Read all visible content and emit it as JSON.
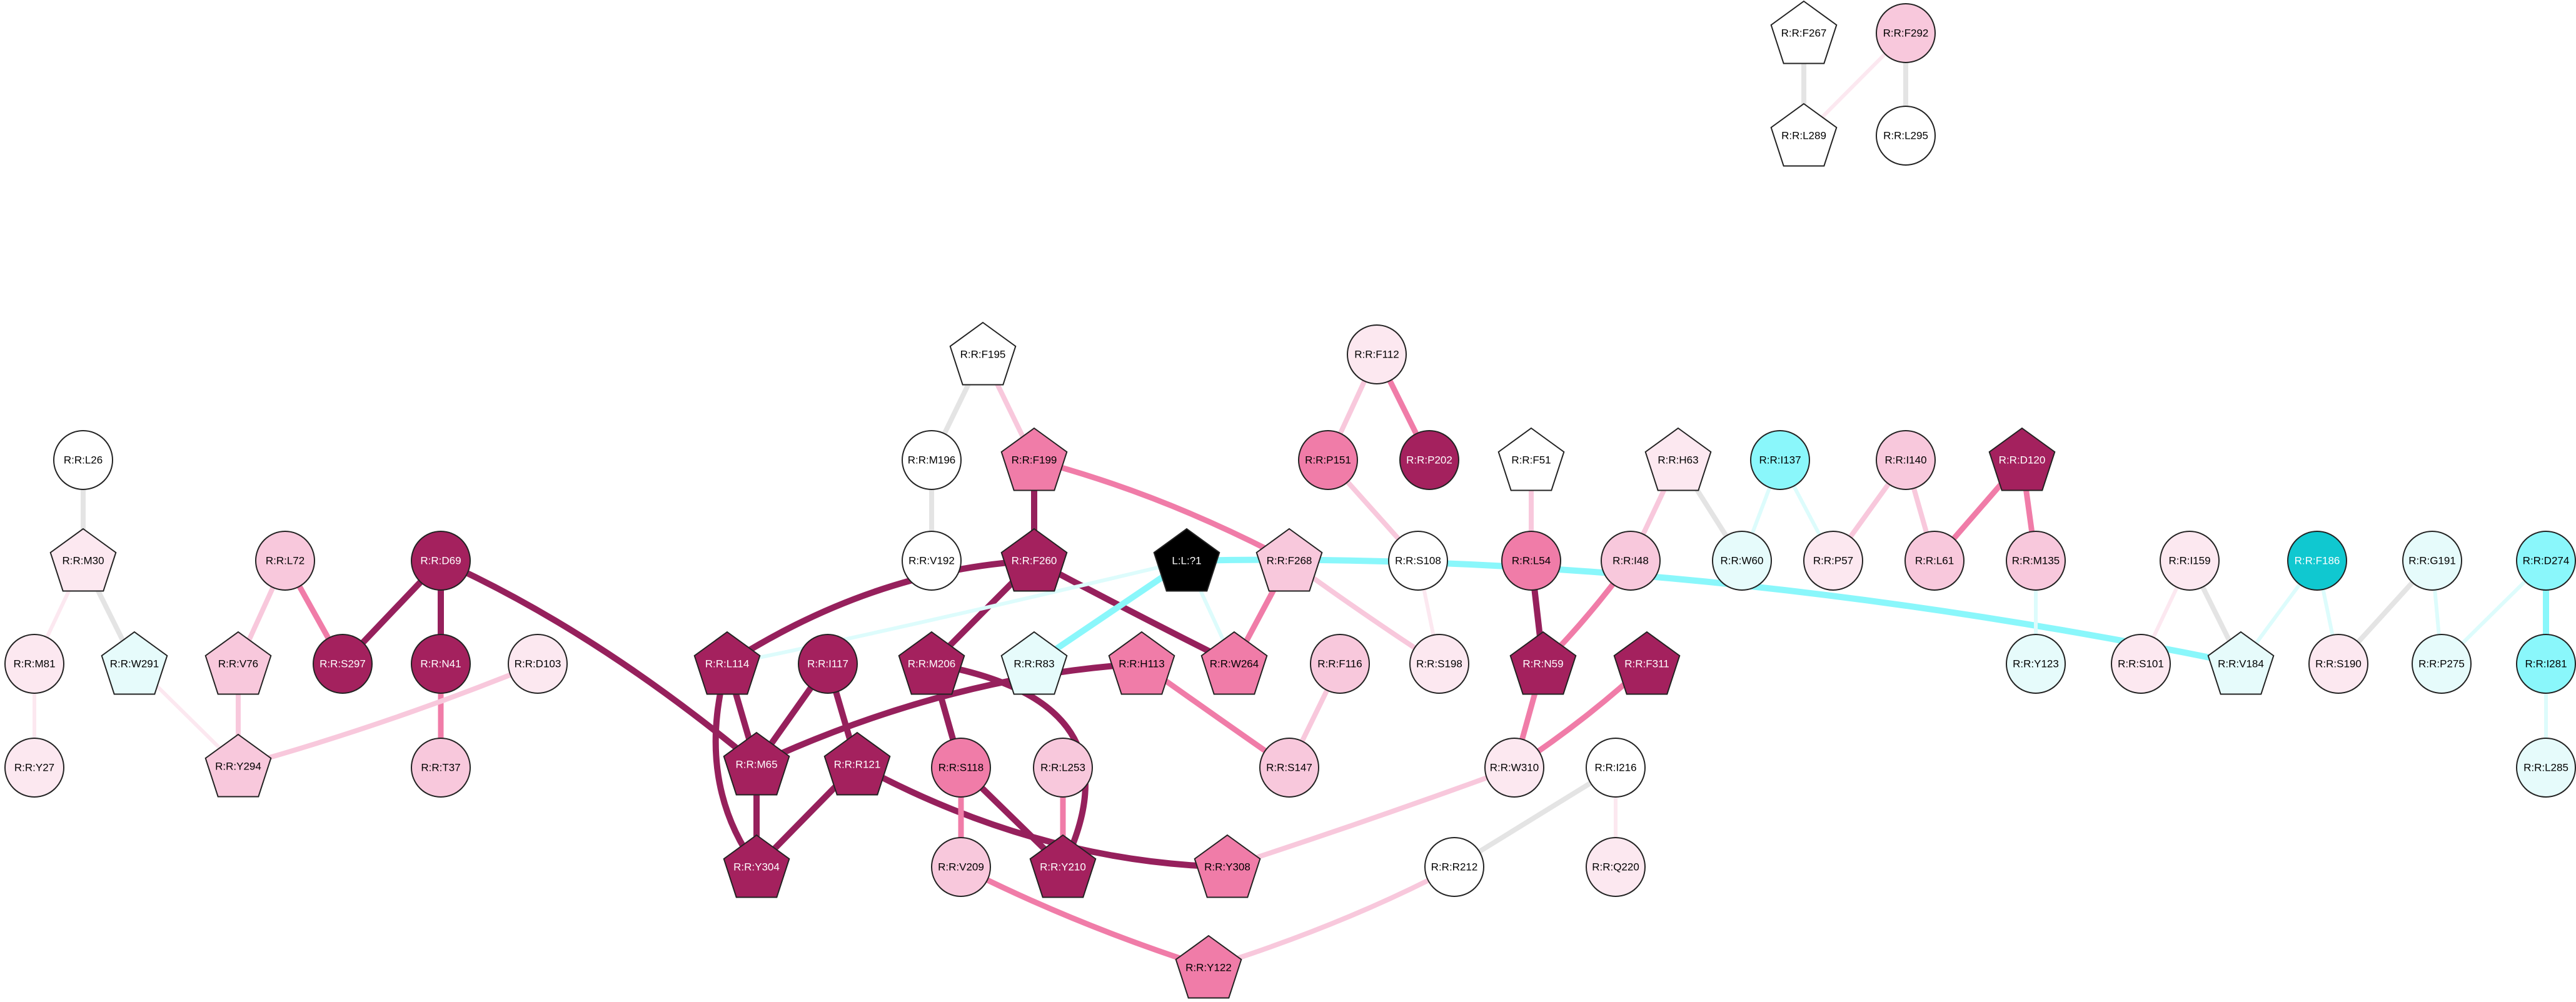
{
  "colors": {
    "c0": "#ffffff",
    "c1": "#fce8f0",
    "c2": "#f8c8dc",
    "c3": "#f07ca8",
    "c4": "#a4215e",
    "ligand": "#000000",
    "cyan_pale": "#e6fbfb",
    "cyan_light": "#8af7fb",
    "cyan_mid": "#10c8d0",
    "edge_grey": "#e4e4e4",
    "edge_pink_pale": "#fce8f0",
    "edge_pink_light": "#f8c8dc",
    "edge_pink_mid": "#f07ca8",
    "edge_dark": "#96205c",
    "edge_cyan_pale": "#ddfcfc",
    "edge_cyan": "#8af7fb"
  },
  "nodes": [
    {
      "id": "L26",
      "label": "R:R:L26",
      "shape": "circle",
      "color": "c0"
    },
    {
      "id": "M30",
      "label": "R:R:M30",
      "shape": "pentagon",
      "color": "c1"
    },
    {
      "id": "M81",
      "label": "R:R:M81",
      "shape": "circle",
      "color": "c1"
    },
    {
      "id": "W291",
      "label": "R:R:W291",
      "shape": "pentagon",
      "color": "cyan_pale"
    },
    {
      "id": "Y27",
      "label": "R:R:Y27",
      "shape": "circle",
      "color": "c1"
    },
    {
      "id": "L72",
      "label": "R:R:L72",
      "shape": "circle",
      "color": "c2"
    },
    {
      "id": "V76",
      "label": "R:R:V76",
      "shape": "pentagon",
      "color": "c2"
    },
    {
      "id": "Y294",
      "label": "R:R:Y294",
      "shape": "pentagon",
      "color": "c2"
    },
    {
      "id": "D69",
      "label": "R:R:D69",
      "shape": "circle",
      "color": "c4"
    },
    {
      "id": "S297",
      "label": "R:R:S297",
      "shape": "circle",
      "color": "c4"
    },
    {
      "id": "N41",
      "label": "R:R:N41",
      "shape": "circle",
      "color": "c4"
    },
    {
      "id": "T37",
      "label": "R:R:T37",
      "shape": "circle",
      "color": "c2"
    },
    {
      "id": "D103",
      "label": "R:R:D103",
      "shape": "circle",
      "color": "c1"
    },
    {
      "id": "L114",
      "label": "R:R:L114",
      "shape": "pentagon",
      "color": "c4"
    },
    {
      "id": "I117",
      "label": "R:R:I117",
      "shape": "circle",
      "color": "c4"
    },
    {
      "id": "M65",
      "label": "R:R:M65",
      "shape": "pentagon",
      "color": "c4"
    },
    {
      "id": "R121",
      "label": "R:R:R121",
      "shape": "pentagon",
      "color": "c4"
    },
    {
      "id": "Y304",
      "label": "R:R:Y304",
      "shape": "pentagon",
      "color": "c4"
    },
    {
      "id": "F195",
      "label": "R:R:F195",
      "shape": "pentagon",
      "color": "c0"
    },
    {
      "id": "M196",
      "label": "R:R:M196",
      "shape": "circle",
      "color": "c0"
    },
    {
      "id": "V192",
      "label": "R:R:V192",
      "shape": "circle",
      "color": "c0"
    },
    {
      "id": "F199",
      "label": "R:R:F199",
      "shape": "pentagon",
      "color": "c3"
    },
    {
      "id": "F260",
      "label": "R:R:F260",
      "shape": "pentagon",
      "color": "c4"
    },
    {
      "id": "M206",
      "label": "R:R:M206",
      "shape": "pentagon",
      "color": "c4"
    },
    {
      "id": "S118",
      "label": "R:R:S118",
      "shape": "circle",
      "color": "c3"
    },
    {
      "id": "L253",
      "label": "R:R:L253",
      "shape": "circle",
      "color": "c2"
    },
    {
      "id": "V209",
      "label": "R:R:V209",
      "shape": "circle",
      "color": "c2"
    },
    {
      "id": "Y210",
      "label": "R:R:Y210",
      "shape": "pentagon",
      "color": "c4"
    },
    {
      "id": "LIG",
      "label": "L:L:?1",
      "shape": "pentagon",
      "color": "ligand"
    },
    {
      "id": "R83",
      "label": "R:R:R83",
      "shape": "pentagon",
      "color": "cyan_pale"
    },
    {
      "id": "H113",
      "label": "R:R:H113",
      "shape": "pentagon",
      "color": "c3"
    },
    {
      "id": "F268",
      "label": "R:R:F268",
      "shape": "pentagon",
      "color": "c2"
    },
    {
      "id": "W264",
      "label": "R:R:W264",
      "shape": "pentagon",
      "color": "c3"
    },
    {
      "id": "F116",
      "label": "R:R:F116",
      "shape": "circle",
      "color": "c2"
    },
    {
      "id": "S147",
      "label": "R:R:S147",
      "shape": "circle",
      "color": "c2"
    },
    {
      "id": "Y308",
      "label": "R:R:Y308",
      "shape": "pentagon",
      "color": "c3"
    },
    {
      "id": "Y122",
      "label": "R:R:Y122",
      "shape": "pentagon",
      "color": "c3"
    },
    {
      "id": "F112",
      "label": "R:R:F112",
      "shape": "circle",
      "color": "c1"
    },
    {
      "id": "P151",
      "label": "R:R:P151",
      "shape": "circle",
      "color": "c3"
    },
    {
      "id": "P202",
      "label": "R:R:P202",
      "shape": "circle",
      "color": "c4"
    },
    {
      "id": "S108",
      "label": "R:R:S108",
      "shape": "circle",
      "color": "c0"
    },
    {
      "id": "S198",
      "label": "R:R:S198",
      "shape": "circle",
      "color": "c1"
    },
    {
      "id": "F51",
      "label": "R:R:F51",
      "shape": "pentagon",
      "color": "c0"
    },
    {
      "id": "L54",
      "label": "R:R:L54",
      "shape": "circle",
      "color": "c3"
    },
    {
      "id": "N59",
      "label": "R:R:N59",
      "shape": "pentagon",
      "color": "c4"
    },
    {
      "id": "F311",
      "label": "R:R:F311",
      "shape": "pentagon",
      "color": "c4"
    },
    {
      "id": "W310",
      "label": "R:R:W310",
      "shape": "circle",
      "color": "c1"
    },
    {
      "id": "I216",
      "label": "R:R:I216",
      "shape": "circle",
      "color": "c0"
    },
    {
      "id": "R212",
      "label": "R:R:R212",
      "shape": "circle",
      "color": "c0"
    },
    {
      "id": "Q220",
      "label": "R:R:Q220",
      "shape": "circle",
      "color": "c1"
    },
    {
      "id": "H63",
      "label": "R:R:H63",
      "shape": "pentagon",
      "color": "c1"
    },
    {
      "id": "I48",
      "label": "R:R:I48",
      "shape": "circle",
      "color": "c2"
    },
    {
      "id": "W60",
      "label": "R:R:W60",
      "shape": "circle",
      "color": "cyan_pale"
    },
    {
      "id": "I137",
      "label": "R:R:I137",
      "shape": "circle",
      "color": "cyan_light"
    },
    {
      "id": "I140",
      "label": "R:R:I140",
      "shape": "circle",
      "color": "c2"
    },
    {
      "id": "P57",
      "label": "R:R:P57",
      "shape": "circle",
      "color": "c1"
    },
    {
      "id": "L61",
      "label": "R:R:L61",
      "shape": "circle",
      "color": "c2"
    },
    {
      "id": "D120",
      "label": "R:R:D120",
      "shape": "pentagon",
      "color": "c4"
    },
    {
      "id": "M135",
      "label": "R:R:M135",
      "shape": "circle",
      "color": "c2"
    },
    {
      "id": "Y123",
      "label": "R:R:Y123",
      "shape": "circle",
      "color": "cyan_pale"
    },
    {
      "id": "I159",
      "label": "R:R:I159",
      "shape": "circle",
      "color": "c1"
    },
    {
      "id": "S101",
      "label": "R:R:S101",
      "shape": "circle",
      "color": "c1"
    },
    {
      "id": "V184",
      "label": "R:R:V184",
      "shape": "pentagon",
      "color": "cyan_pale"
    },
    {
      "id": "F186",
      "label": "R:R:F186",
      "shape": "circle",
      "color": "cyan_mid"
    },
    {
      "id": "S190",
      "label": "R:R:S190",
      "shape": "circle",
      "color": "c1"
    },
    {
      "id": "G191",
      "label": "R:R:G191",
      "shape": "circle",
      "color": "cyan_pale"
    },
    {
      "id": "P275",
      "label": "R:R:P275",
      "shape": "circle",
      "color": "cyan_pale"
    },
    {
      "id": "D274",
      "label": "R:R:D274",
      "shape": "circle",
      "color": "cyan_light"
    },
    {
      "id": "I281",
      "label": "R:R:I281",
      "shape": "circle",
      "color": "cyan_light"
    },
    {
      "id": "L285",
      "label": "R:R:L285",
      "shape": "circle",
      "color": "cyan_pale"
    },
    {
      "id": "F267",
      "label": "R:R:F267",
      "shape": "pentagon",
      "color": "c0"
    },
    {
      "id": "F292",
      "label": "R:R:F292",
      "shape": "circle",
      "color": "c2"
    },
    {
      "id": "L289",
      "label": "R:R:L289",
      "shape": "pentagon",
      "color": "c0"
    },
    {
      "id": "L295",
      "label": "R:R:L295",
      "shape": "circle",
      "color": "c0"
    }
  ],
  "edges": [
    {
      "source": "L26",
      "target": "M30",
      "color": "edge_grey"
    },
    {
      "source": "M30",
      "target": "M81",
      "color": "edge_pink_pale"
    },
    {
      "source": "M30",
      "target": "W291",
      "color": "edge_grey"
    },
    {
      "source": "M81",
      "target": "Y27",
      "color": "edge_pink_pale"
    },
    {
      "source": "W291",
      "target": "Y294",
      "color": "edge_pink_pale"
    },
    {
      "source": "L72",
      "target": "V76",
      "color": "edge_pink_light"
    },
    {
      "source": "L72",
      "target": "S297",
      "color": "edge_pink_mid"
    },
    {
      "source": "V76",
      "target": "Y294",
      "color": "edge_pink_light"
    },
    {
      "source": "D69",
      "target": "S297",
      "color": "edge_dark"
    },
    {
      "source": "D69",
      "target": "N41",
      "color": "edge_dark"
    },
    {
      "source": "D69",
      "target": "M65",
      "color": "edge_dark"
    },
    {
      "source": "N41",
      "target": "T37",
      "color": "edge_pink_mid"
    },
    {
      "source": "D103",
      "target": "Y294",
      "color": "edge_pink_light"
    },
    {
      "source": "L114",
      "target": "M65",
      "color": "edge_dark"
    },
    {
      "source": "L114",
      "target": "Y304",
      "color": "edge_dark"
    },
    {
      "source": "L114",
      "target": "F260",
      "color": "edge_dark"
    },
    {
      "source": "I117",
      "target": "M65",
      "color": "edge_dark"
    },
    {
      "source": "I117",
      "target": "R121",
      "color": "edge_dark"
    },
    {
      "source": "M65",
      "target": "Y304",
      "color": "edge_dark"
    },
    {
      "source": "M65",
      "target": "H113",
      "color": "edge_dark"
    },
    {
      "source": "R121",
      "target": "Y304",
      "color": "edge_dark"
    },
    {
      "source": "R121",
      "target": "Y308",
      "color": "edge_dark"
    },
    {
      "source": "F195",
      "target": "M196",
      "color": "edge_grey"
    },
    {
      "source": "F195",
      "target": "F199",
      "color": "edge_pink_light"
    },
    {
      "source": "M196",
      "target": "V192",
      "color": "edge_grey"
    },
    {
      "source": "F199",
      "target": "F260",
      "color": "edge_dark"
    },
    {
      "source": "F199",
      "target": "F268",
      "color": "edge_pink_mid"
    },
    {
      "source": "F260",
      "target": "M206",
      "color": "edge_dark"
    },
    {
      "source": "F260",
      "target": "W264",
      "color": "edge_dark"
    },
    {
      "source": "M206",
      "target": "S118",
      "color": "edge_dark"
    },
    {
      "source": "M206",
      "target": "Y210",
      "color": "edge_dark"
    },
    {
      "source": "S118",
      "target": "V209",
      "color": "edge_pink_mid"
    },
    {
      "source": "S118",
      "target": "Y210",
      "color": "edge_dark"
    },
    {
      "source": "L253",
      "target": "Y210",
      "color": "edge_pink_mid"
    },
    {
      "source": "V209",
      "target": "Y122",
      "color": "edge_pink_mid"
    },
    {
      "source": "LIG",
      "target": "R83",
      "color": "edge_cyan"
    },
    {
      "source": "LIG",
      "target": "L114",
      "color": "edge_cyan_pale"
    },
    {
      "source": "LIG",
      "target": "V184",
      "color": "edge_cyan"
    },
    {
      "source": "LIG",
      "target": "W264",
      "color": "edge_cyan_pale"
    },
    {
      "source": "H113",
      "target": "S147",
      "color": "edge_pink_mid"
    },
    {
      "source": "F268",
      "target": "W264",
      "color": "edge_pink_mid"
    },
    {
      "source": "F268",
      "target": "S198",
      "color": "edge_pink_light"
    },
    {
      "source": "F116",
      "target": "S147",
      "color": "edge_pink_light"
    },
    {
      "source": "F112",
      "target": "P151",
      "color": "edge_pink_light"
    },
    {
      "source": "F112",
      "target": "P202",
      "color": "edge_pink_mid"
    },
    {
      "source": "P151",
      "target": "S108",
      "color": "edge_pink_light"
    },
    {
      "source": "S108",
      "target": "S198",
      "color": "edge_pink_pale"
    },
    {
      "source": "F51",
      "target": "L54",
      "color": "edge_pink_light"
    },
    {
      "source": "L54",
      "target": "N59",
      "color": "edge_dark"
    },
    {
      "source": "N59",
      "target": "W310",
      "color": "edge_pink_mid"
    },
    {
      "source": "N59",
      "target": "I48",
      "color": "edge_pink_mid"
    },
    {
      "source": "F311",
      "target": "W310",
      "color": "edge_pink_mid"
    },
    {
      "source": "W310",
      "target": "Y308",
      "color": "edge_pink_light"
    },
    {
      "source": "I216",
      "target": "R212",
      "color": "edge_grey"
    },
    {
      "source": "I216",
      "target": "Q220",
      "color": "edge_pink_pale"
    },
    {
      "source": "R212",
      "target": "Y122",
      "color": "edge_pink_light"
    },
    {
      "source": "H63",
      "target": "I48",
      "color": "edge_pink_light"
    },
    {
      "source": "H63",
      "target": "W60",
      "color": "edge_grey"
    },
    {
      "source": "I137",
      "target": "W60",
      "color": "edge_cyan_pale"
    },
    {
      "source": "I137",
      "target": "P57",
      "color": "edge_cyan_pale"
    },
    {
      "source": "I140",
      "target": "P57",
      "color": "edge_pink_light"
    },
    {
      "source": "I140",
      "target": "L61",
      "color": "edge_pink_light"
    },
    {
      "source": "D120",
      "target": "L61",
      "color": "edge_pink_mid"
    },
    {
      "source": "D120",
      "target": "M135",
      "color": "edge_pink_mid"
    },
    {
      "source": "M135",
      "target": "Y123",
      "color": "edge_cyan_pale"
    },
    {
      "source": "I159",
      "target": "S101",
      "color": "edge_pink_pale"
    },
    {
      "source": "I159",
      "target": "V184",
      "color": "edge_grey"
    },
    {
      "source": "F186",
      "target": "V184",
      "color": "edge_cyan_pale"
    },
    {
      "source": "F186",
      "target": "S190",
      "color": "edge_cyan_pale"
    },
    {
      "source": "G191",
      "target": "S190",
      "color": "edge_grey"
    },
    {
      "source": "G191",
      "target": "P275",
      "color": "edge_cyan_pale"
    },
    {
      "source": "D274",
      "target": "P275",
      "color": "edge_cyan_pale"
    },
    {
      "source": "D274",
      "target": "I281",
      "color": "edge_cyan"
    },
    {
      "source": "I281",
      "target": "L285",
      "color": "edge_cyan_pale"
    },
    {
      "source": "F267",
      "target": "L289",
      "color": "edge_grey"
    },
    {
      "source": "F292",
      "target": "L289",
      "color": "edge_pink_pale"
    },
    {
      "source": "F292",
      "target": "L295",
      "color": "edge_grey"
    }
  ]
}
